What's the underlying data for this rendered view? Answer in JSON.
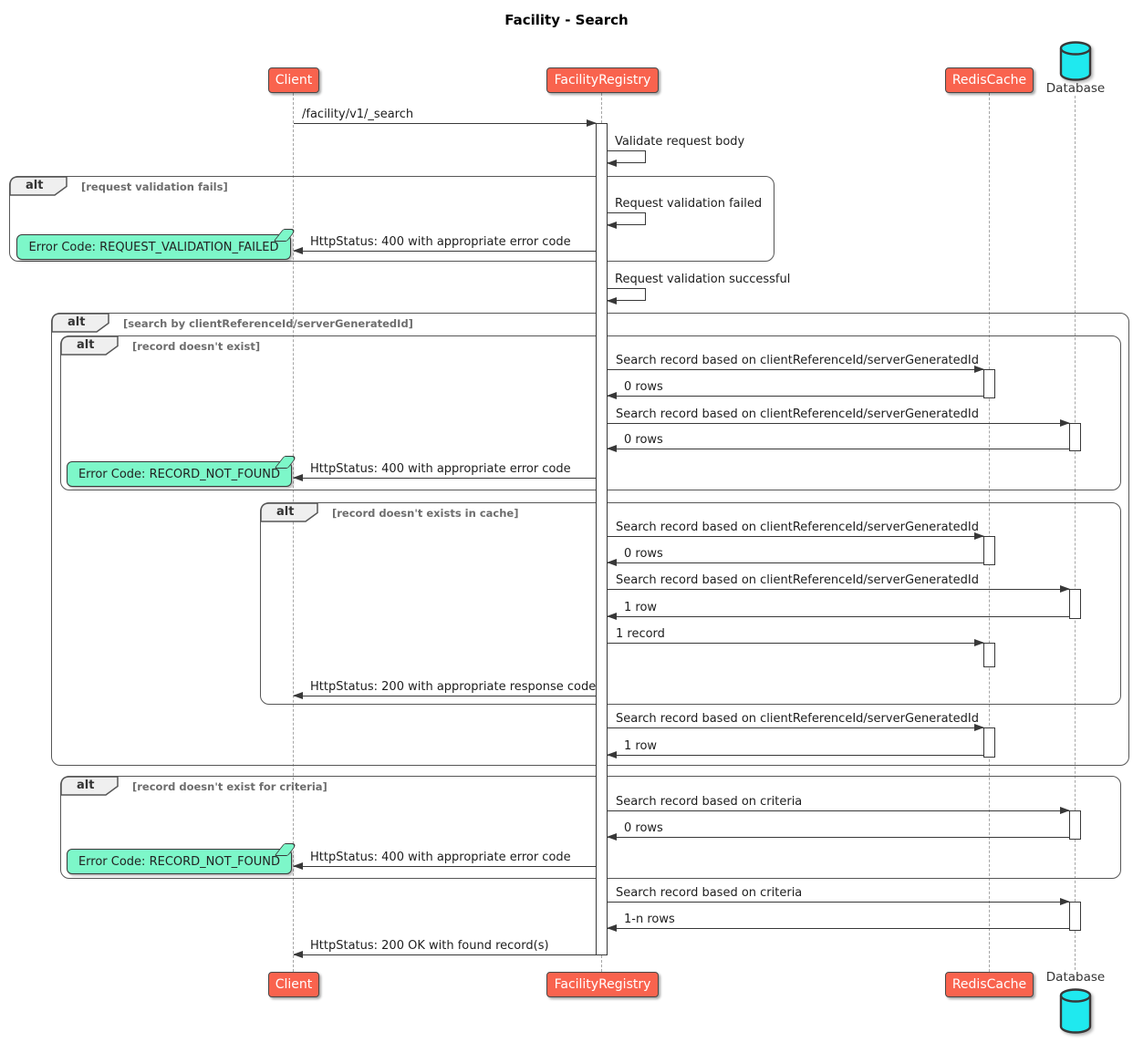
{
  "diagram": {
    "title": "Facility - Search",
    "participants": [
      {
        "name": "Client",
        "type": "participant"
      },
      {
        "name": "FacilityRegistry",
        "type": "participant"
      },
      {
        "name": "RedisCache",
        "type": "participant"
      },
      {
        "name": "Database",
        "type": "database"
      }
    ],
    "fragments": [
      {
        "operator": "alt",
        "condition": "[request validation fails]"
      },
      {
        "operator": "alt",
        "condition": "[search by clientReferenceId/serverGeneratedId]"
      },
      {
        "operator": "alt",
        "condition": "[record doesn't exist]"
      },
      {
        "operator": "alt",
        "condition": "[record doesn't exists in cache]"
      },
      {
        "operator": "alt",
        "condition": "[record doesn't exist for criteria]"
      }
    ],
    "notes": [
      {
        "text": "Error Code: REQUEST_VALIDATION_FAILED"
      },
      {
        "text": "Error Code: RECORD_NOT_FOUND"
      },
      {
        "text": "Error Code: RECORD_NOT_FOUND"
      }
    ],
    "messages": [
      {
        "text": "/facility/v1/_search",
        "from": "Client",
        "to": "FacilityRegistry"
      },
      {
        "text": "Validate request body",
        "from": "FacilityRegistry",
        "to": "FacilityRegistry"
      },
      {
        "text": "Request validation failed",
        "from": "FacilityRegistry",
        "to": "FacilityRegistry"
      },
      {
        "text": "HttpStatus: 400 with appropriate error code",
        "from": "FacilityRegistry",
        "to": "Client"
      },
      {
        "text": "Request validation successful",
        "from": "FacilityRegistry",
        "to": "FacilityRegistry"
      },
      {
        "text": "Search record based on clientReferenceId/serverGeneratedId",
        "from": "FacilityRegistry",
        "to": "RedisCache"
      },
      {
        "text": "0 rows",
        "from": "RedisCache",
        "to": "FacilityRegistry"
      },
      {
        "text": "Search record based on clientReferenceId/serverGeneratedId",
        "from": "FacilityRegistry",
        "to": "Database"
      },
      {
        "text": "0 rows",
        "from": "Database",
        "to": "FacilityRegistry"
      },
      {
        "text": "HttpStatus: 400 with appropriate error code",
        "from": "FacilityRegistry",
        "to": "Client"
      },
      {
        "text": "Search record based on clientReferenceId/serverGeneratedId",
        "from": "FacilityRegistry",
        "to": "RedisCache"
      },
      {
        "text": "0 rows",
        "from": "RedisCache",
        "to": "FacilityRegistry"
      },
      {
        "text": "Search record based on clientReferenceId/serverGeneratedId",
        "from": "FacilityRegistry",
        "to": "Database"
      },
      {
        "text": "1 row",
        "from": "Database",
        "to": "FacilityRegistry"
      },
      {
        "text": "1 record",
        "from": "FacilityRegistry",
        "to": "RedisCache"
      },
      {
        "text": "HttpStatus: 200 with appropriate response code",
        "from": "FacilityRegistry",
        "to": "Client"
      },
      {
        "text": "Search record based on clientReferenceId/serverGeneratedId",
        "from": "FacilityRegistry",
        "to": "RedisCache"
      },
      {
        "text": "1 row",
        "from": "RedisCache",
        "to": "FacilityRegistry"
      },
      {
        "text": "Search record based on criteria",
        "from": "FacilityRegistry",
        "to": "Database"
      },
      {
        "text": "0 rows",
        "from": "Database",
        "to": "FacilityRegistry"
      },
      {
        "text": "HttpStatus: 400 with appropriate error code",
        "from": "FacilityRegistry",
        "to": "Client"
      },
      {
        "text": "Search record based on criteria",
        "from": "FacilityRegistry",
        "to": "Database"
      },
      {
        "text": "1-n rows",
        "from": "Database",
        "to": "FacilityRegistry"
      },
      {
        "text": "HttpStatus: 200 OK with found record(s)",
        "from": "FacilityRegistry",
        "to": "Client"
      }
    ],
    "colors": {
      "participant_fill": "#F9634E",
      "participant_border": "#474747",
      "note_fill": "#7DF7C9",
      "database_fill": "#1FE9EF",
      "line": "#383838",
      "fragment_border": "#565656",
      "condition_text": "#6D6D6D"
    }
  }
}
